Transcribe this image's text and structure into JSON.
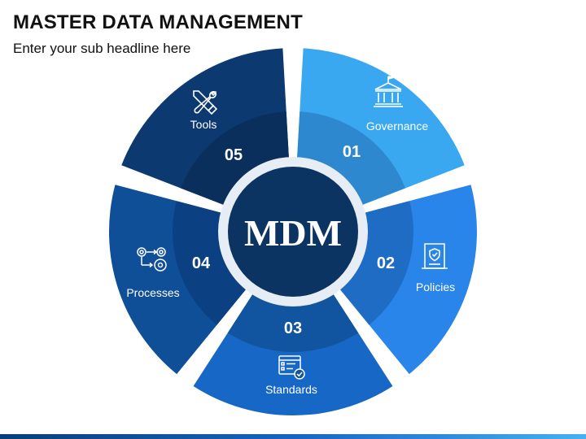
{
  "header": {
    "title": "MASTER DATA MANAGEMENT",
    "subtitle": "Enter your sub headline here"
  },
  "center": {
    "label": "MDM"
  },
  "segments": [
    {
      "number": "01",
      "label": "Governance",
      "icon": "bank-building-icon",
      "outer": "#3aa8f0",
      "inner": "#2e88cf"
    },
    {
      "number": "02",
      "label": "Policies",
      "icon": "policy-document-icon",
      "outer": "#2a85ea",
      "inner": "#1f6cc4"
    },
    {
      "number": "03",
      "label": "Standards",
      "icon": "standards-checklist-icon",
      "outer": "#1768c6",
      "inner": "#11549f"
    },
    {
      "number": "04",
      "label": "Processes",
      "icon": "gears-process-icon",
      "outer": "#0f4f98",
      "inner": "#0b4182"
    },
    {
      "number": "05",
      "label": "Tools",
      "icon": "tools-wrench-screwdriver-icon",
      "outer": "#0c3a70",
      "inner": "#0a2f5c"
    }
  ],
  "colors": {
    "center": "#0b3462",
    "center_ring": "#e6edf5",
    "gap": "#ffffff"
  }
}
